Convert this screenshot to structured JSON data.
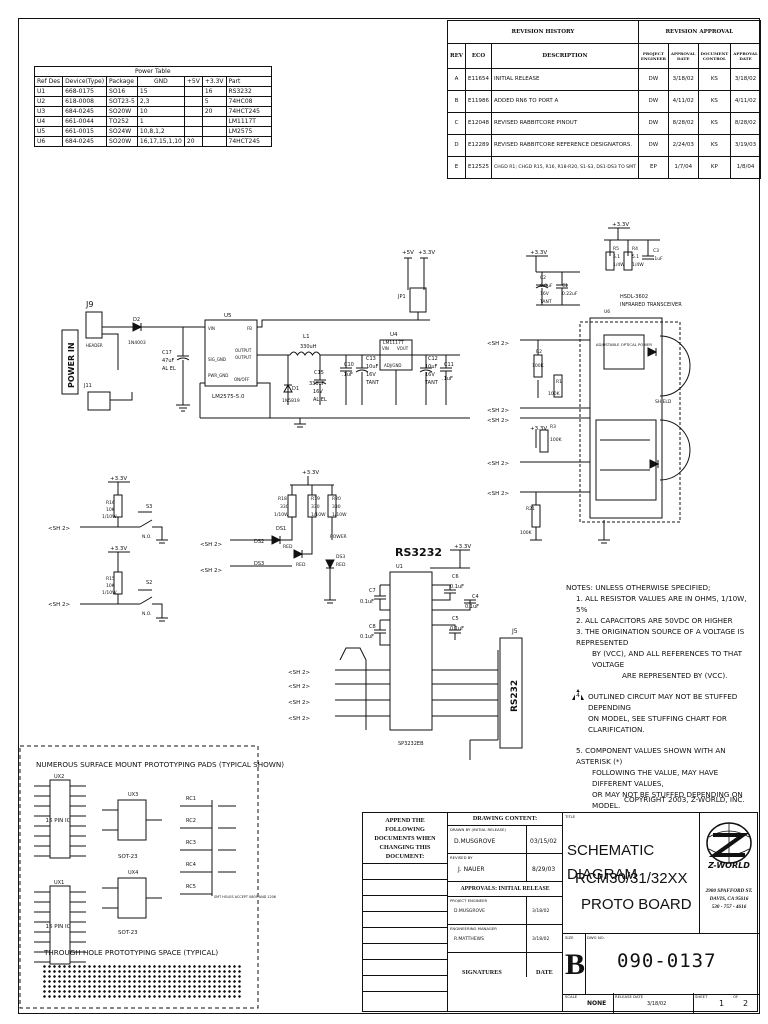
{
  "power_table": {
    "title": "Power Table",
    "headers": [
      "Ref Des",
      "Device(Type)",
      "Package",
      "GND",
      "+5V",
      "+3.3V",
      "Part"
    ],
    "rows": [
      [
        "U1",
        "668-0175",
        "SO16",
        "15",
        "",
        "16",
        "RS3232"
      ],
      [
        "U2",
        "618-0008",
        "SOT23-5",
        "2,3",
        "",
        "5",
        "74HC08"
      ],
      [
        "U3",
        "684-0245",
        "SO20W",
        "10",
        "",
        "20",
        "74HCT245"
      ],
      [
        "U4",
        "661-0044",
        "TO252",
        "1",
        "",
        "",
        "LM1117T"
      ],
      [
        "U5",
        "661-0015",
        "SO24W",
        "10,8,1,2",
        "",
        "",
        "LM2575"
      ],
      [
        "U6",
        "684-0245",
        "SO20W",
        "16,17,15,1,10",
        "20",
        "",
        "74HCT245"
      ]
    ]
  },
  "revision_history": {
    "title_history": "REVISION HISTORY",
    "title_approval": "REVISION APPROVAL",
    "col_rev": "REV",
    "col_eco": "ECO",
    "col_desc": "DESCRIPTION",
    "col_pe": "PROJECT ENGINEER",
    "col_ad1": "APPROVAL DATE",
    "col_dc": "DOCUMENT CONTROL",
    "col_ad2": "APPROVAL DATE",
    "rows": [
      {
        "rev": "A",
        "eco": "E11654",
        "desc": "INITIAL RELEASE",
        "pe": "DW",
        "d1": "3/18/02",
        "dc": "KS",
        "d2": "3/18/02"
      },
      {
        "rev": "B",
        "eco": "E11986",
        "desc": "ADDED RN6 TO PORT A",
        "pe": "DW",
        "d1": "4/11/02",
        "dc": "KS",
        "d2": "4/11/02"
      },
      {
        "rev": "C",
        "eco": "E12048",
        "desc": "REVISED RABBITCORE PINOUT",
        "pe": "DW",
        "d1": "8/28/02",
        "dc": "KS",
        "d2": "8/28/02"
      },
      {
        "rev": "D",
        "eco": "E12289",
        "desc": "REVISED RABBITCORE REFERENCE DESIGNATORS.",
        "pe": "DW",
        "d1": "2/24/03",
        "dc": "KS",
        "d2": "3/19/03"
      },
      {
        "rev": "E",
        "eco": "E12525",
        "desc": "CHGD R1; CHGD R15, R16, R18-R20, S1-S3, DS1-DS3 TO SMT",
        "pe": "EP",
        "d1": "1/7/04",
        "dc": "KP",
        "d2": "1/8/04"
      }
    ]
  },
  "schematic": {
    "j9": "J9",
    "power_in": "POWER IN",
    "header": "HEADER",
    "j11": "J11",
    "d2": "D2",
    "d2_part": "1N4003",
    "c17": "C17",
    "c17_val": "47uF",
    "c17_type": "AL EL",
    "u5": "U5",
    "u5_part": "LM2575-5.0",
    "u5_pins": [
      "VIN",
      "SIG_GND",
      "PWR_GND",
      "OUTPUT",
      "OUTPUT",
      "FB",
      "ON/OFF"
    ],
    "l1": "L1",
    "l1_val": "330uH",
    "d1": "D1",
    "d1_part": "1N5819",
    "c15": "C15",
    "c15_val": "330uF",
    "c15_v": "16V",
    "c15_type": "AL EL",
    "c10": "C10",
    "c10_val": ".1uF",
    "c13": "C13",
    "c13_val": "10uF",
    "c13_v": "16V",
    "c13_type": "TANT",
    "u4": "U4",
    "u4_part": "LM1117T",
    "u4_vin": "VIN",
    "u4_vout": "VOUT",
    "u4_adj": "ADJ/GND",
    "c12": "C12",
    "c12_val": "10uF",
    "c12_v": "16V",
    "c12_type": "TANT",
    "c11": "C11",
    "c11_val": ".1uF",
    "jp1": "JP1",
    "plus5v": "+5V",
    "plus33v": "+3.3V",
    "ir_r5": "R5",
    "ir_r4": "R4",
    "ir_r45_val": "5.1",
    "ir_r45_w": "1/4W",
    "ir_c3": "C3",
    "ir_c3_val": ".1uF",
    "ir_c2": "C2",
    "ir_c2_val": "6.8uF",
    "ir_c2_v": "16V",
    "ir_c2_type": "TANT",
    "ir_c1": "C1",
    "ir_c1_val": "0.22uF",
    "ir_u6": "U6",
    "ir_part": "HSDL-3602",
    "ir_desc": "INFRARED TRANSCEIVER",
    "ir_box": "ADJUSTABLE OPTICAL POWER",
    "ir_shield": "SHIELD",
    "ir_r2": "R2",
    "ir_r2_val": "100K",
    "ir_r1": "R1",
    "ir_r1_val": "100K",
    "ir_r3": "R3",
    "ir_r3_val": "100K",
    "ir_r21": "R21",
    "ir_r21_val": "100K",
    "sh": "<SH 2>",
    "sw_r16": "R16",
    "sw_r15": "R15",
    "sw_r_val": "10K",
    "sw_r_w": "1/10W",
    "s3": "S3",
    "s2": "S2",
    "no": "N.O.",
    "led_r18": "R18",
    "led_r19": "R19",
    "led_r20": "R20",
    "led_r_val": "330",
    "led_r_w": "1/10W",
    "ds1": "DS1",
    "ds2": "DS2",
    "ds3": "DS3",
    "red": "RED",
    "power": "POWER",
    "rs232": "RS3232",
    "u1": "U1",
    "u1_part": "SP3232EB",
    "c7": "C7",
    "c8": "C8",
    "c6": "C6",
    "c5": "C5",
    "c4": "C4",
    "cap_01": "0.1uF",
    "j5": "J5",
    "j5_label": "RS232"
  },
  "notes": {
    "head": "NOTES: UNLESS OTHERWISE SPECIFIED;",
    "n1": "1.  ALL RESISTOR VALUES ARE IN OHMS, 1/10W, 5%",
    "n2": "2.  ALL CAPACITORS ARE 50VDC OR HIGHER",
    "n3a": "3.  THE ORIGINATION SOURCE OF A VOLTAGE IS REPRESENTED",
    "n3b": "BY  (VCC), AND ALL REFERENCES TO THAT VOLTAGE",
    "n3c": "ARE REPRESENTED BY  (VCC).",
    "n4a": "OUTLINED CIRCUIT MAY NOT BE STUFFED DEPENDING",
    "n4b": "ON MODEL, SEE STUFFING CHART FOR CLARIFICATION.",
    "n4num": "4",
    "n5a": "5.  COMPONENT VALUES SHOWN WITH AN ASTERISK (*)",
    "n5b": "FOLLOWING THE VALUE, MAY HAVE DIFFERENT VALUES,",
    "n5c": "OR MAY NOT BE STUFFED DEPENDING ON MODEL.",
    "copyright": "COPYRIGHT 2003, Z-WORLD, INC."
  },
  "proto": {
    "title": "NUMEROUS SURFACE MOUNT PROTOTYPING PADS  (TYPICAL SHOWN)",
    "ux2": "UX2",
    "ux1": "UX1",
    "ux3": "UX3",
    "ux4": "UX4",
    "pin16": "16 PIN IC",
    "sot23": "SOT-23",
    "rc1": "RC1",
    "rc2": "RC2",
    "rc3": "RC3",
    "rc4": "RC4",
    "rc5": "RC5",
    "smt_note": "SMT HOLES ACCEPT 0805 AND 1206",
    "through": "THROUGH HOLE PROTOTYPING SPACE (TYPICAL)"
  },
  "title_block": {
    "append": "APPEND THE FOLLOWING DOCUMENTS WHEN CHANGING THIS DOCUMENT:",
    "drawing_content": "DRAWING CONTENT:",
    "drawn_by_label": "DRAWN BY (INITIAL RELEASE)",
    "drawn_by": "D.MUSGROVE",
    "drawn_date": "03/15/02",
    "revised_label": "REVISED BY",
    "revised_by": "J. NAUER",
    "revised_date": "8/29/03",
    "approvals": "APPROVALS: INITIAL RELEASE",
    "pe_label": "PROJECT ENGINEER",
    "pe": "D.MUSGROVE",
    "pe_date": "3/18/02",
    "eng_label": "ENGINEERING MANAGER",
    "eng": "R.MATTHEWS",
    "eng_date": "3/18/02",
    "signatures": "SIGNATURES",
    "date": "DATE",
    "title_label": "TITLE",
    "title1": "SCHEMATIC DIAGRAM",
    "title2": "RCM30/31/32XX",
    "title3": "PROTO BOARD",
    "size_label": "SIZE",
    "size": "B",
    "dwg_label": "DWG NO.",
    "dwg": "090-0137",
    "scale_label": "SCALE",
    "scale": "NONE",
    "release_label": "RELEASE DATE",
    "release": "3/18/02",
    "sheet_label": "SHEET",
    "sheet": "1",
    "of": "OF",
    "sheets": "2",
    "logo": "Z-WORLD",
    "addr1": "2900 SPAFFORD ST.",
    "addr2": "DAVIS, CA 95616",
    "addr3": "530 - 757 - 4616"
  }
}
